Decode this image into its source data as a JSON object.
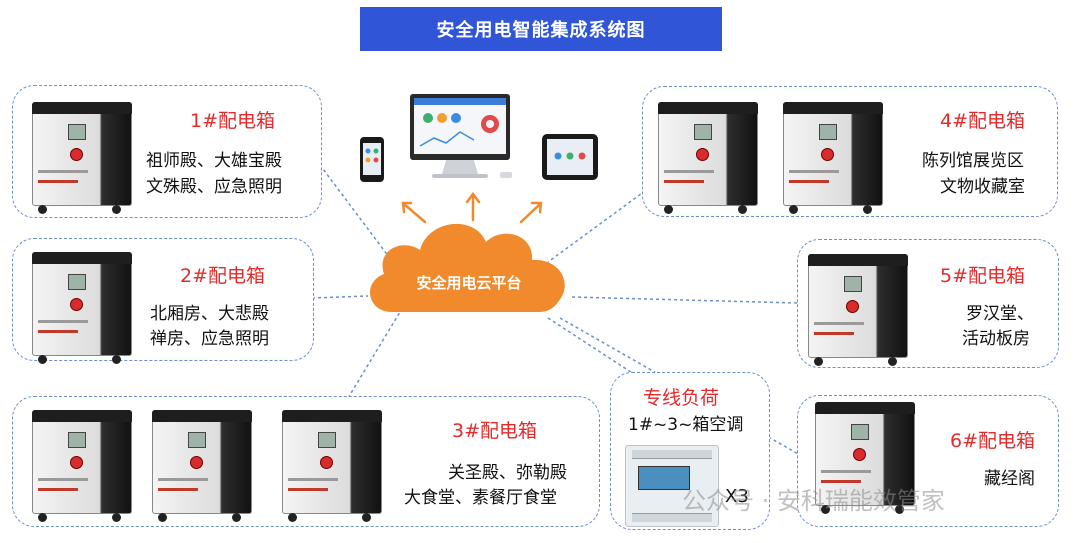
{
  "title": "安全用电智能集成系统图",
  "platform": "安全用电云平台",
  "boxes": [
    {
      "label": "1#配电箱",
      "line1": "祖师殿、大雄宝殿",
      "line2": "文殊殿、应急照明"
    },
    {
      "label": "2#配电箱",
      "line1": "北厢房、大悲殿",
      "line2": "禅房、应急照明"
    },
    {
      "label": "3#配电箱",
      "line1": "关圣殿、弥勒殿",
      "line2": "大食堂、素餐厅食堂"
    },
    {
      "label": "4#配电箱",
      "line1": "陈列馆展览区",
      "line2": "文物收藏室"
    },
    {
      "label": "5#配电箱",
      "line1": "罗汉堂、",
      "line2": "活动板房"
    },
    {
      "label": "6#配电箱",
      "line1": "藏经阁",
      "line2": ""
    }
  ],
  "special": {
    "title": "专线负荷",
    "subtitle": "1#~3~箱空调",
    "quantity": "X3"
  },
  "watermark": "公众号 · 安科瑞能效管家",
  "colors": {
    "title_bg": "#3055d6",
    "label_red": "#e32b2b",
    "cloud": "#f08a2c",
    "dash": "#6b8fc9"
  }
}
